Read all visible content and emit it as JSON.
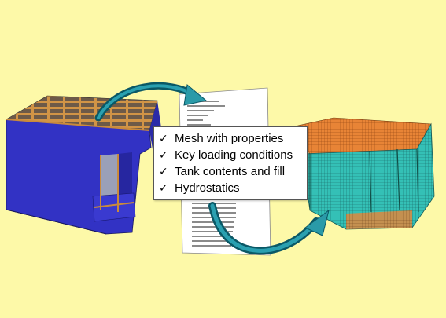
{
  "checklist": {
    "check_mark": "✓",
    "items": [
      "Mesh with properties",
      "Key loading conditions",
      "Tank contents and fill",
      "Hydrostatics"
    ]
  },
  "colors": {
    "background": "#fdf9a8",
    "left_model_blue": "#3434c8",
    "deck_beams": "#c98a3c",
    "right_mesh_cyan": "#33b8b0",
    "right_deck_orange": "#e07a28",
    "arrow": "#0a6a78"
  }
}
